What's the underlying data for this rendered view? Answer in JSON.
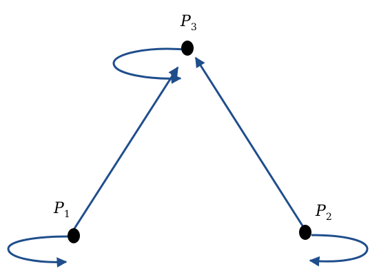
{
  "diagram": {
    "colors": {
      "edge": "#1f4e8c",
      "node": "#000000",
      "background": "#ffffff"
    },
    "nodes": [
      {
        "id": "p1",
        "label": "P",
        "subscript": "1"
      },
      {
        "id": "p2",
        "label": "P",
        "subscript": "2"
      },
      {
        "id": "p3",
        "label": "P",
        "subscript": "3"
      }
    ],
    "edges": [
      {
        "from": "p1",
        "to": "p3"
      },
      {
        "from": "p2",
        "to": "p3"
      }
    ]
  }
}
